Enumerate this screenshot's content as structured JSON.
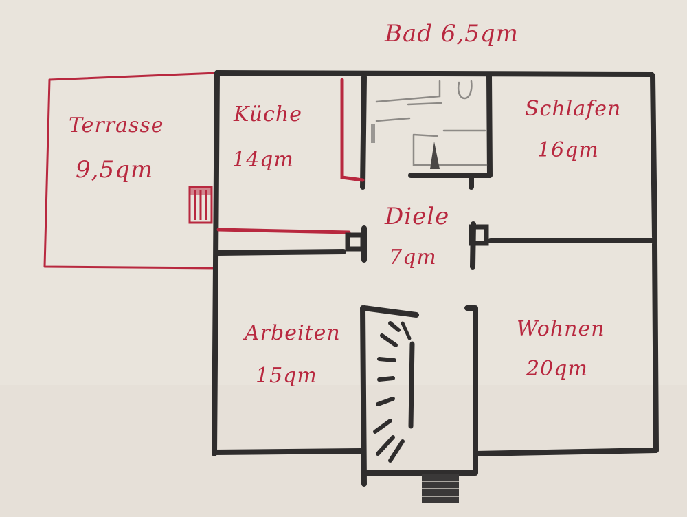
{
  "colors": {
    "paper": "#e9e4dc",
    "ink_red": "#b8283f",
    "ink_black": "#2f2d2d",
    "ink_grey": "#8d8a86"
  },
  "rooms": {
    "bad": {
      "name": "Bad 6,5qm"
    },
    "terrasse": {
      "name": "Terrasse",
      "area": "9,5qm"
    },
    "kueche": {
      "name": "Küche",
      "area": "14qm"
    },
    "schlafen": {
      "name": "Schlafen",
      "area": "16qm"
    },
    "diele": {
      "name": "Diele",
      "area": "7qm"
    },
    "arbeiten": {
      "name": "Arbeiten",
      "area": "15qm"
    },
    "wohnen": {
      "name": "Wohnen",
      "area": "20qm"
    }
  }
}
